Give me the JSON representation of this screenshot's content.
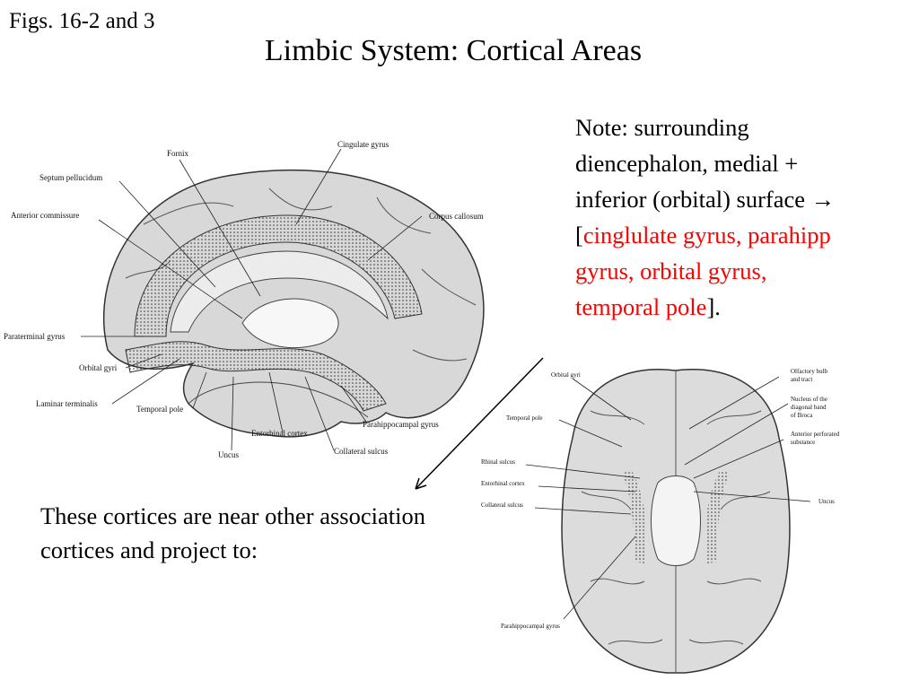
{
  "slide": {
    "figure_ref": "Figs. 16-2 and 3",
    "title": "Limbic System: Cortical Areas",
    "note": {
      "line1": "Note: surrounding",
      "line2": "diencephalon, medial +",
      "line3": "inferior (orbital) surface",
      "arrow": "→",
      "open_bracket": "[",
      "highlight_line1": "cinglulate gyrus, parahipp",
      "highlight_line2": "gyrus, orbital gyrus,",
      "highlight_line3": "temporal pole",
      "close": "]."
    },
    "body_text": "These cortices are near other association cortices and project to:",
    "highlight_color": "#ff0000"
  },
  "figure_medial": {
    "labels": {
      "fornix": "Fornix",
      "cingulate": "Cingulate gyrus",
      "septum": "Septum pellucidum",
      "anterior_commissure": "Anterior commissure",
      "corpus_callosum": "Corpus callosum",
      "paraterminal": "Paraterminal gyrus",
      "orbital": "Orbital gyri",
      "laminar": "Laminar terminalis",
      "temporal_pole": "Temporal pole",
      "uncus": "Uncus",
      "entorhinal": "Entorhinal cortex",
      "collateral": "Collateral sulcus",
      "parahippocampal": "Parahippocampal gyrus"
    }
  },
  "figure_inferior": {
    "labels": {
      "orbital": "Orbital gyri",
      "temporal_pole": "Temporal pole",
      "rhinal": "Rhinal sulcus",
      "entorhinal": "Entorhinal cortex",
      "collateral": "Collateral sulcus",
      "parahippocampal": "Parahippocampal gyrus",
      "olfactory_1": "Olfactory bulb",
      "olfactory_2": "and tract",
      "nucleus_1": "Nucleus of the",
      "nucleus_2": "diagonal band",
      "nucleus_3": "of Broca",
      "perforated_1": "Anterior perforated",
      "perforated_2": "substance",
      "uncus": "Uncus"
    }
  }
}
